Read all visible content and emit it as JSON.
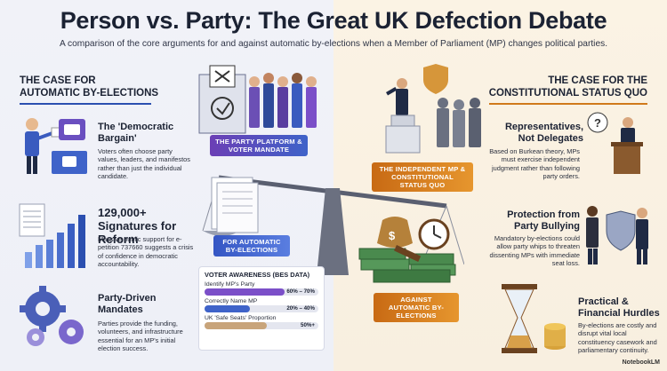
{
  "header": {
    "title": "Person vs. Party: The Great UK Defection Debate",
    "subtitle": "A comparison of the core arguments for and against automatic by-elections when a Member of Parliament (MP) changes political parties."
  },
  "left": {
    "heading_line1": "THE CASE FOR",
    "heading_line2": "AUTOMATIC BY-ELECTIONS",
    "items": [
      {
        "title": "The 'Democratic Bargain'",
        "body": "Voters often choose party values, leaders, and manifestos rather than just the individual candidate."
      },
      {
        "title": "129,000+ Signatures for Reform",
        "body": "Massive public support for e-petition 737660 suggests a crisis of confidence in democratic accountability."
      },
      {
        "title": "Party-Driven Mandates",
        "body": "Parties provide the funding, volunteers, and infrastructure essential for an MP's initial election success."
      }
    ]
  },
  "right": {
    "heading_line1": "THE CASE FOR THE",
    "heading_line2": "CONSTITUTIONAL STATUS QUO",
    "items": [
      {
        "title": "Representatives, Not Delegates",
        "body": "Based on Burkean theory, MPs must exercise independent judgment rather than following party orders."
      },
      {
        "title": "Protection from Party Bullying",
        "body": "Mandatory by-elections could allow party whips to threaten dissenting MPs with immediate seat loss."
      },
      {
        "title": "Practical & Financial Hurdles",
        "body": "By-elections are costly and disrupt vital local constituency casework and parliamentary continuity."
      }
    ]
  },
  "center": {
    "banner_platform": "THE PARTY PLATFORM & VOTER MANDATE",
    "banner_independent": "THE INDEPENDENT MP & CONSTITUTIONAL STATUS QUO",
    "banner_for": "FOR AUTOMATIC BY-ELECTIONS",
    "banner_against": "AGAINST AUTOMATIC BY-ELECTIONS"
  },
  "awareness": {
    "title": "VOTER AWARENESS (BES DATA)",
    "rows": [
      {
        "label": "Identify MP's Party",
        "value": "60% – 70%",
        "fill": 0.7,
        "color": "#7b4fc8"
      },
      {
        "label": "Correctly Name MP",
        "value": "20% – 40%",
        "fill": 0.4,
        "color": "#3f63c9"
      },
      {
        "label": "UK 'Safe Seats' Proportion",
        "value": "50%+",
        "fill": 0.55,
        "color": "#c8a47a"
      }
    ]
  },
  "footer": {
    "logo": "NotebookLM"
  },
  "colors": {
    "left_accent": "#2b4fb0",
    "right_accent": "#d07a1b",
    "purple": "#6b3fb5"
  }
}
